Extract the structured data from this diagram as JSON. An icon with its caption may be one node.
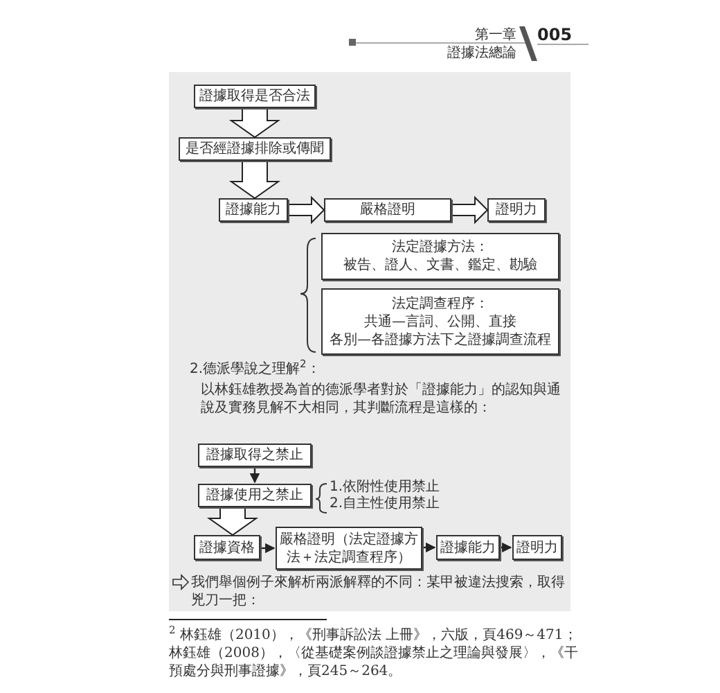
{
  "diagram": {
    "nodes": [
      {
        "text": [
          "證據取得是否合法"
        ]
      },
      {
        "text": [
          "是否經證據排除或傳聞"
        ]
      },
      {
        "text": [
          "證據能力"
        ]
      },
      {
        "text": [
          "嚴格證明"
        ]
      },
      {
        "text": [
          "證明力"
        ]
      },
      {
        "text": [
          "法定證據方法：",
          "被告、證人、文書、鑑定、勘驗"
        ]
      },
      {
        "text": [
          "法定調查程序：",
          "共通—言詞、公開、直接",
          "各別—各證據方法下之證據調查流程"
        ]
      },
      {
        "text": [
          "證據取得之禁止"
        ]
      },
      {
        "text": [
          "證據使用之禁止"
        ]
      },
      {
        "text": [
          "證據資格"
        ]
      },
      {
        "text": [
          "嚴格證明（法定證據方法＋法定調查程序）"
        ]
      },
      {
        "text": [
          "證據能力"
        ]
      },
      {
        "text": [
          "證明力"
        ]
      }
    ],
    "edges": [
      {
        "from": 0,
        "to": 1,
        "arrow": "to"
      },
      {
        "from": 1,
        "to": 2,
        "arrow": "to"
      },
      {
        "from": 2,
        "to": 3,
        "arrow": "to"
      },
      {
        "from": 3,
        "to": 4,
        "arrow": "to"
      },
      {
        "from": 7,
        "to": 8,
        "arrow": "to"
      },
      {
        "from": 8,
        "to": 9,
        "arrow": "to"
      },
      {
        "from": 9,
        "to": 10,
        "arrow": "to"
      },
      {
        "from": 10,
        "to": 11,
        "arrow": "to"
      },
      {
        "from": 11,
        "to": 12,
        "arrow": "to"
      }
    ],
    "labels": [
      "第一章",
      "證據法總論",
      "005",
      "2.德派學說之理解$^{2}$：",
      "以林鈺雄教授為首的德派學者對於「證據能力」的認知與通說及實務見解不大相同，其判斷流程是這樣的：",
      "1.依附性使用禁止",
      "2.自主性使用禁止",
      "我們舉個例子來解析兩派解釋的不同：某甲被違法搜索，取得兇刀一把：",
      "$^{2}$ 林鈺雄（2010），《刑事訴訟法 上冊》，六版，頁469～471；林鈺雄（2008），〈從基礎案例談證據禁止之理論與發展〉，《干預處分與刑事證據》，頁245～264。"
    ]
  }
}
